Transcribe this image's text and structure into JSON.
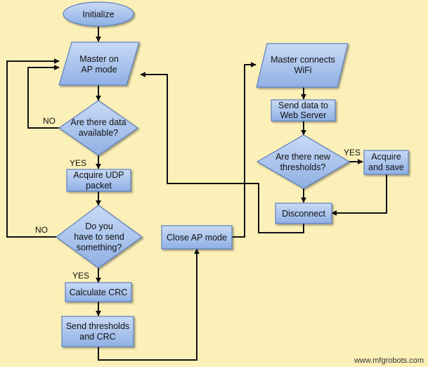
{
  "colors": {
    "background": "#fbf0b8",
    "node_fill_top": "#c9daf5",
    "node_fill_bottom": "#8fb0e4",
    "node_stroke": "#5b7fbf",
    "edge": "#111111"
  },
  "nodes": {
    "initialize": {
      "text": "Initialize"
    },
    "master_ap": {
      "line1": "Master on",
      "line2": "AP mode"
    },
    "data_available": {
      "line1": "Are there data",
      "line2": "available?"
    },
    "acquire_udp": {
      "line1": "Acquire UDP",
      "line2": "packet"
    },
    "send_something": {
      "line1": "Do you",
      "line2": "have to send",
      "line3": "something?"
    },
    "calc_crc": {
      "text": "Calculate CRC"
    },
    "send_thresholds": {
      "line1": "Send thresholds",
      "line2": "and CRC"
    },
    "close_ap": {
      "text": "Close AP mode"
    },
    "master_wifi": {
      "line1": "Master connects",
      "line2": "WiFi"
    },
    "send_web": {
      "line1": "Send data to",
      "line2": "Web Server"
    },
    "new_thresholds": {
      "line1": "Are there new",
      "line2": "thresholds?"
    },
    "acquire_save": {
      "line1": "Acquire",
      "line2": "and save"
    },
    "disconnect": {
      "text": "Disconnect"
    }
  },
  "edge_labels": {
    "no_data": "NO",
    "yes_data": "YES",
    "no_send": "NO",
    "yes_send": "YES",
    "yes_thresholds": "YES"
  },
  "watermark": "www.mfgrobots.com"
}
